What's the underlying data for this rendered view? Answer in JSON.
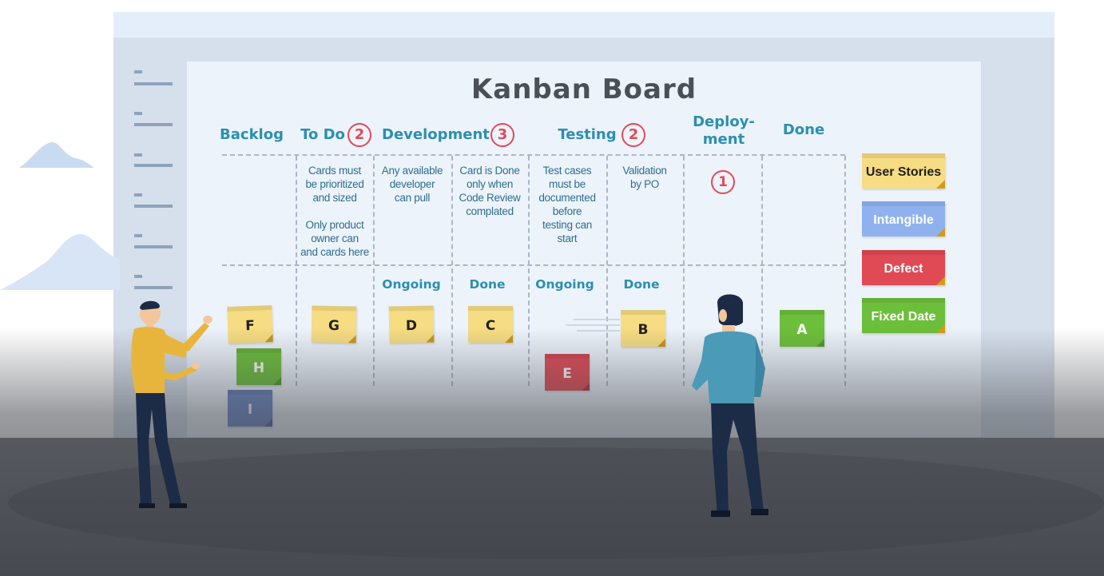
{
  "title": "Kanban Board",
  "columns": {
    "backlog": {
      "label": "Backlog"
    },
    "todo": {
      "label": "To Do",
      "wip": "2"
    },
    "development": {
      "label": "Development",
      "wip": "3"
    },
    "testing": {
      "label": "Testing",
      "wip": "2"
    },
    "deployment": {
      "label_line1": "Deploy-",
      "label_line2": "ment",
      "wip": "1"
    },
    "done": {
      "label": "Done"
    }
  },
  "policies": {
    "todo_line1": "Cards must",
    "todo_line2": "be prioritized",
    "todo_line3": "and sized",
    "todo_line4": "Only product",
    "todo_line5": "owner can",
    "todo_line6": "and cards here",
    "dev_ongoing_line1": "Any available",
    "dev_ongoing_line2": "developer",
    "dev_ongoing_line3": "can pull",
    "dev_done_line1": "Card is Done",
    "dev_done_line2": "only when",
    "dev_done_line3": "Code Review",
    "dev_done_line4": "complated",
    "test_ongoing_line1": "Test cases",
    "test_ongoing_line2": "must be",
    "test_ongoing_line3": "documented",
    "test_ongoing_line4": "before",
    "test_ongoing_line5": "testing can",
    "test_ongoing_line6": "start",
    "test_done_line1": "Validation",
    "test_done_line2": "by PO"
  },
  "subcolumns": {
    "dev_ongoing": "Ongoing",
    "dev_done": "Done",
    "test_ongoing": "Ongoing",
    "test_done": "Done"
  },
  "cards": {
    "F": "F",
    "H": "H",
    "I": "I",
    "G": "G",
    "D": "D",
    "C": "C",
    "E": "E",
    "B": "B",
    "A": "A"
  },
  "legend": {
    "user_stories": "User Stories",
    "intangible": "Intangible",
    "defect": "Defect",
    "fixed_date": "Fixed Date"
  },
  "colors": {
    "user_story": "#f6dc82",
    "intangible": "#8fb2ef",
    "defect": "#e04a55",
    "fixed_date": "#6cbf3a",
    "header_text": "#2b8fb0",
    "wip_circle": "#e04a5a"
  }
}
